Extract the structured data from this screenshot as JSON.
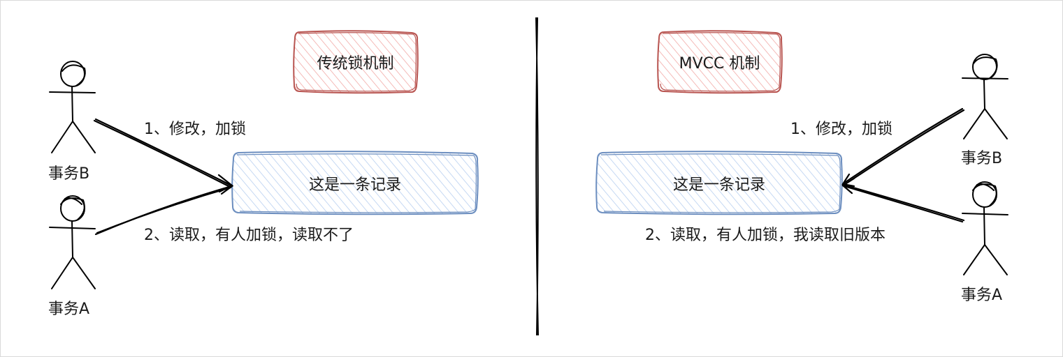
{
  "left": {
    "title": "传统锁机制",
    "record": "这是一条记录",
    "actor_top": "事务B",
    "actor_bottom": "事务A",
    "step1": "1、修改，加锁",
    "step2": "2、读取，有人加锁，读取不了"
  },
  "right": {
    "title": "MVCC 机制",
    "record": "这是一条记录",
    "actor_top": "事务B",
    "actor_bottom": "事务A",
    "step1": "1、修改，加锁",
    "step2": "2、读取，有人加锁，我读取旧版本"
  },
  "colors": {
    "title_stroke": "#b85450",
    "title_fill": "#f8cecc",
    "record_stroke": "#6c8ebf",
    "record_fill": "#dae8fc",
    "ink": "#000000"
  }
}
